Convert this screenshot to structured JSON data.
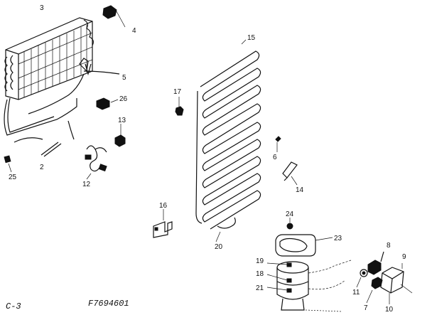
{
  "diagram": {
    "page_code": "C-3",
    "figure_code": "F7694601",
    "callouts": [
      "3",
      "4",
      "5",
      "26",
      "13",
      "17",
      "15",
      "2",
      "12",
      "25",
      "6",
      "14",
      "16",
      "20",
      "24",
      "23",
      "19",
      "18",
      "21",
      "8",
      "9",
      "11",
      "7",
      "10"
    ]
  }
}
